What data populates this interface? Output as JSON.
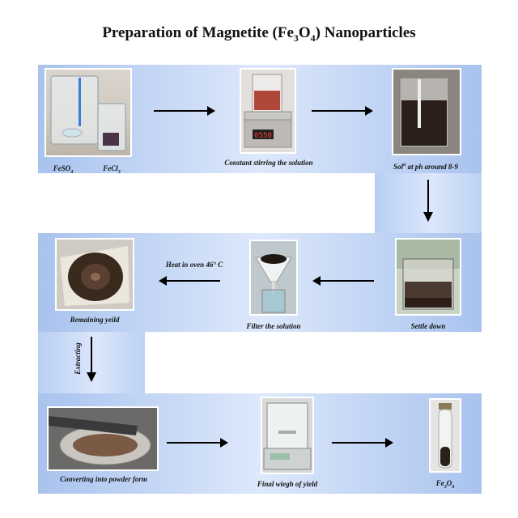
{
  "title": {
    "main": "Preparation of Magnetite (Fe",
    "sub3": "3",
    "mid": "O",
    "sub4": "4",
    "end": ") Nanoparticles"
  },
  "steps": {
    "feso4": {
      "base": "FeSO",
      "sub": "4"
    },
    "fecl3": {
      "base": "FeCl",
      "sub": "3"
    },
    "stirring": "Constant stirring the solution",
    "solution": "Sol",
    "solution_sup": "n",
    "solution_rest": " at ph around 8-9",
    "settle": "Settle down",
    "filter": "Filter the solution",
    "remaining": "Remaining yeild",
    "powder": "Converting into powder form",
    "weigh": "Final wiegh of yield",
    "product": {
      "base": "Fe",
      "sub3": "3",
      "mid": "O",
      "sub4": "4"
    }
  },
  "annotations": {
    "heat": "Heat in oven 46° C",
    "extracting": "Extracting"
  },
  "scale_display": "0550",
  "colors": {
    "band": "#a9c3ee",
    "arrow": "#000000",
    "magnetite": "#2a1f1a",
    "red_solution": "#b0483a"
  }
}
